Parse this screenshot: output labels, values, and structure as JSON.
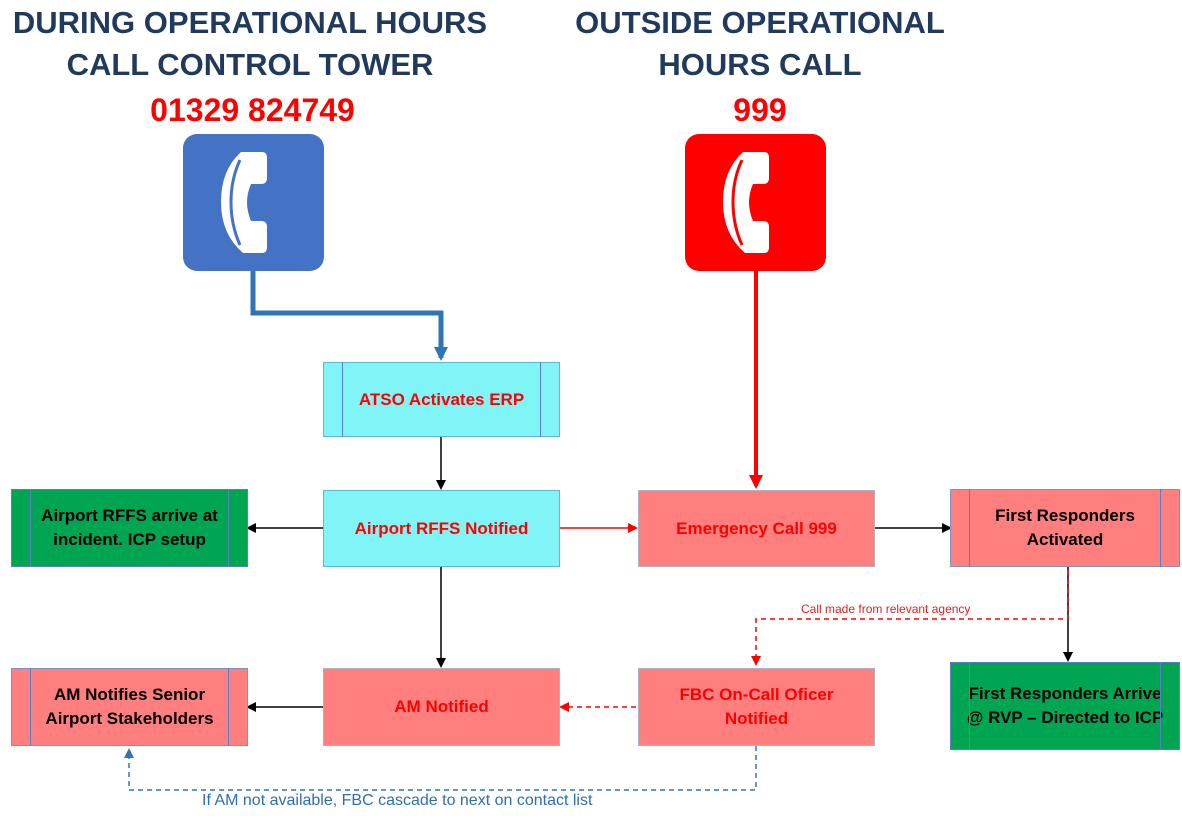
{
  "headers": {
    "left_line1": "DURING OPERATIONAL HOURS",
    "left_line2": "CALL CONTROL TOWER",
    "left_phone": "01329 824749",
    "right_line1": "OUTSIDE OPERATIONAL",
    "right_line2": "HOURS CALL",
    "right_phone": "999"
  },
  "icons": {
    "left": "phone-handset-icon",
    "right": "phone-handset-icon",
    "left_color": "#4472c4",
    "right_color": "#ff0000"
  },
  "boxes": {
    "atso": "ATSO Activates ERP",
    "rffs_notified": "Airport RFFS Notified",
    "rffs_arrive": "Airport RFFS arrive at incident. ICP setup",
    "emergency_call": "Emergency Call 999",
    "first_responders_activated": "First Responders Activated",
    "first_responders_arrive": "First Responders Arrive @ RVP – Directed to ICP",
    "fbc_officer": "FBC On-Call Oficer Notified",
    "am_notified": "AM Notified",
    "am_notifies": "AM Notifies Senior Airport Stakeholders"
  },
  "notes": {
    "agency": "Call made from relevant agency",
    "cascade": "If AM not available, FBC cascade to next on contact list"
  },
  "colors": {
    "header_text": "#1f3a5c",
    "phone_number": "#ff0000",
    "cyan_box": "#7ff5f7",
    "pink_box": "#ff7f7f",
    "green_box": "#00a551",
    "blue_connector": "#2e75b6",
    "red_connector": "#ff0000"
  }
}
